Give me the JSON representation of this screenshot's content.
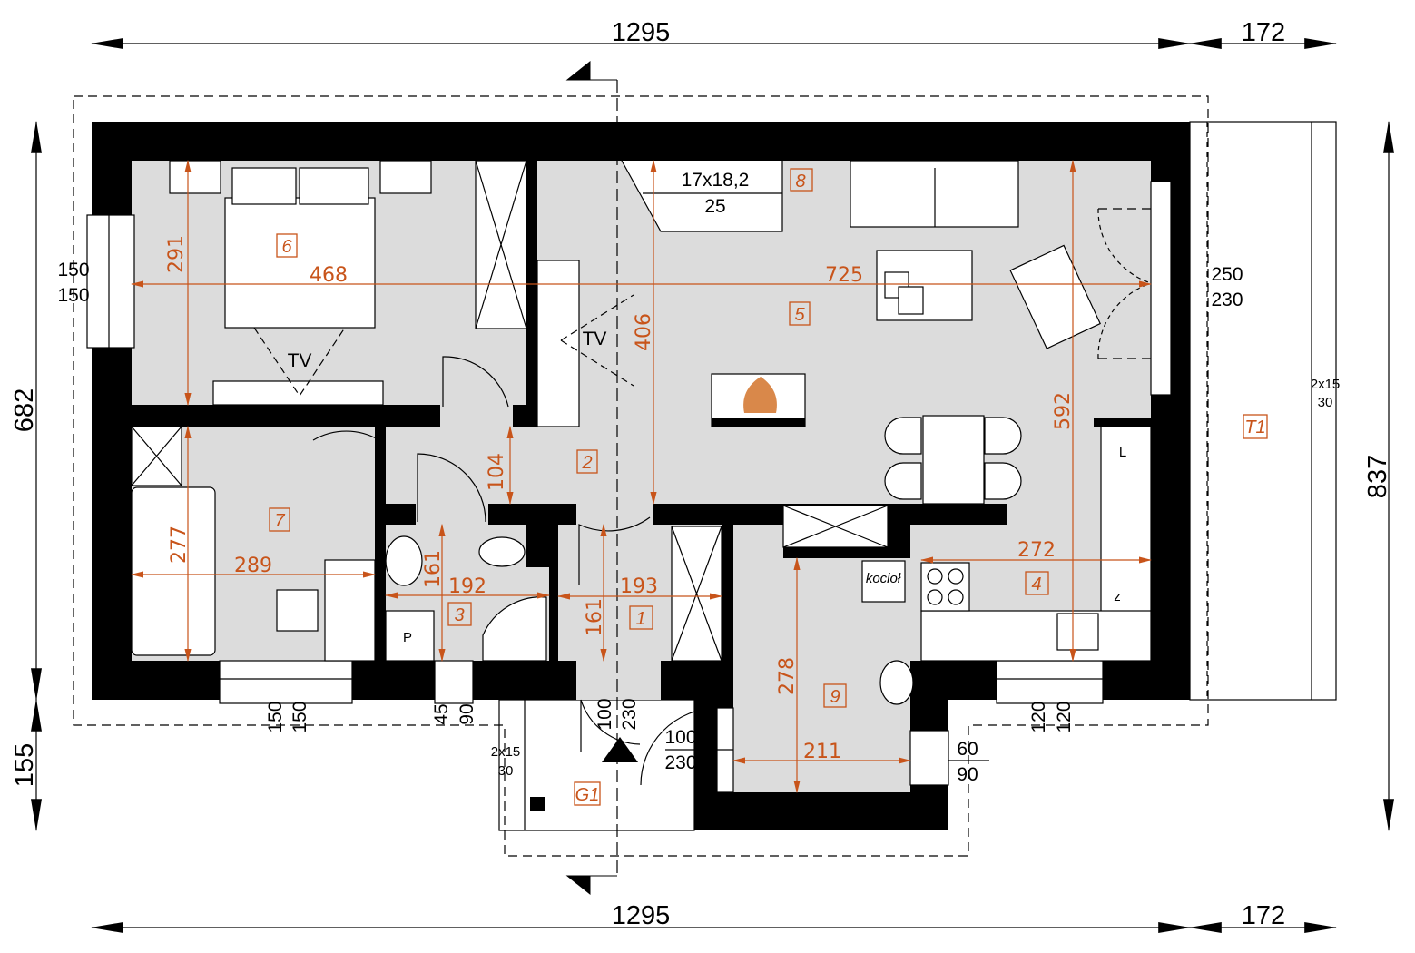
{
  "overall_dims": {
    "width_main": "1295",
    "width_terrace": "172",
    "height_left": "682",
    "height_porch": "155",
    "height_right": "837"
  },
  "rooms": [
    {
      "number": "1",
      "dims": [
        "193",
        "161"
      ]
    },
    {
      "number": "2",
      "dims": [
        "104"
      ]
    },
    {
      "number": "3",
      "dims": [
        "192",
        "161"
      ]
    },
    {
      "number": "4",
      "dims": [
        "272"
      ]
    },
    {
      "number": "5",
      "dims": [
        "725",
        "406",
        "592"
      ]
    },
    {
      "number": "6",
      "dims": [
        "468",
        "291"
      ]
    },
    {
      "number": "7",
      "dims": [
        "289",
        "277"
      ]
    },
    {
      "number": "8",
      "dims": []
    },
    {
      "number": "9",
      "dims": [
        "211",
        "278"
      ]
    },
    {
      "number": "T1",
      "dims": []
    },
    {
      "number": "G1",
      "dims": []
    }
  ],
  "stairs": {
    "steps": "17x18,2",
    "tread": "25"
  },
  "labels": {
    "tv": "TV",
    "boiler": "kocioł",
    "fridge": "L",
    "freezer": "z",
    "washer": "P"
  },
  "openings": {
    "left_window": [
      "150",
      "150"
    ],
    "right_door": [
      "250",
      "230"
    ],
    "terrace_steps": [
      "2x15",
      "30"
    ],
    "bottom_window_7": [
      "150",
      "150"
    ],
    "bottom_window_3": [
      "45",
      "90"
    ],
    "entry_door": [
      "100",
      "230"
    ],
    "porch_door": [
      "100",
      "230"
    ],
    "porch_steps": [
      "2x15",
      "30"
    ],
    "window_9": [
      "60",
      "90"
    ],
    "kitchen_window": [
      "120",
      "120"
    ]
  },
  "colors": {
    "wall": "#000000",
    "floor": "#dcdcdc",
    "dimension": "#c8541a"
  }
}
